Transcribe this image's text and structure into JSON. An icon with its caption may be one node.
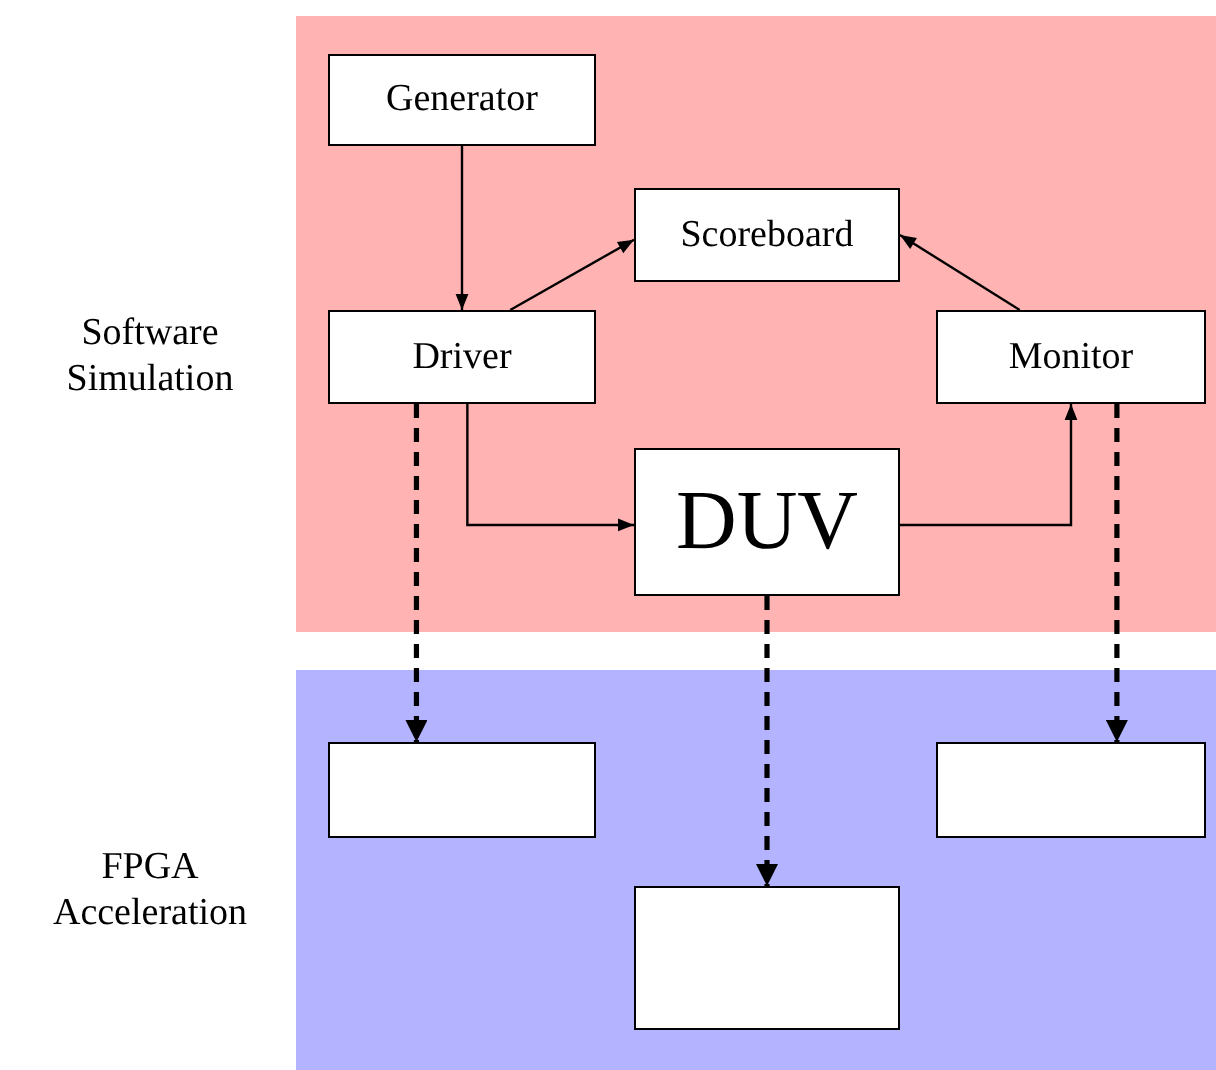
{
  "diagram": {
    "nodes": [
      {
        "text": [
          "Software Simulation"
        ]
      },
      {
        "text": [
          "Generator"
        ],
        "in": 0
      },
      {
        "text": [
          "Scoreboard"
        ],
        "in": 0
      },
      {
        "text": [
          "Driver"
        ],
        "in": 0
      },
      {
        "text": [
          "Monitor"
        ],
        "in": 0
      },
      {
        "text": [
          "DUV"
        ],
        "in": 0
      },
      {
        "text": [
          "FPGA Acceleration"
        ]
      },
      {
        "text": [],
        "shape": "box",
        "in": 6
      },
      {
        "text": [],
        "shape": "box",
        "in": 6
      },
      {
        "text": [],
        "shape": "box",
        "in": 6
      }
    ],
    "edges": [
      {
        "from": 1,
        "to": 3,
        "arrow": "to"
      },
      {
        "from": 3,
        "to": 2,
        "arrow": "to"
      },
      {
        "from": 4,
        "to": 2,
        "arrow": "to"
      },
      {
        "from": 3,
        "to": 5,
        "arrow": "to"
      },
      {
        "from": 5,
        "to": 4,
        "arrow": "to"
      },
      {
        "from": 3,
        "to": 7,
        "arrow": "to",
        "style": "dashed"
      },
      {
        "from": 5,
        "to": 9,
        "arrow": "to",
        "style": "dashed"
      },
      {
        "from": 4,
        "to": 8,
        "arrow": "to",
        "style": "dashed"
      }
    ]
  }
}
